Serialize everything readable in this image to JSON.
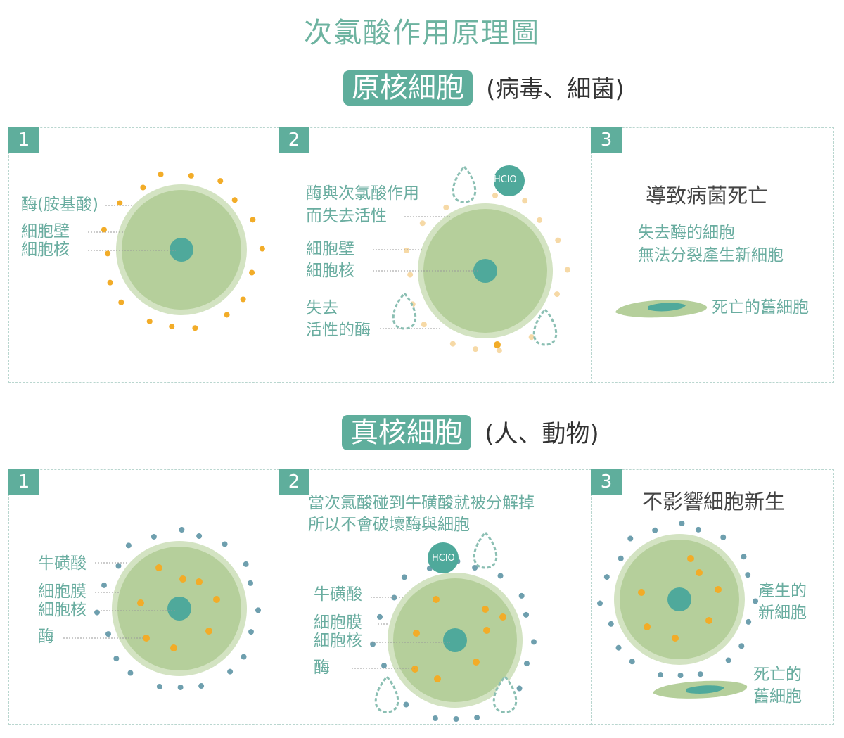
{
  "title": "次氯酸作用原理圖",
  "colors": {
    "teal": "#5fae9c",
    "cell": "#b5cf9b",
    "ring": "#d3e3c2",
    "nucleus": "#4fa99b",
    "enzyme": "#f2ac28",
    "taurine": "#6e9fae"
  },
  "prokaryote": {
    "badge": "原核細胞",
    "subtitle": "(病毒、細菌)",
    "panels": [
      {
        "num": "1",
        "labels": [
          "酶(胺基酸)",
          "細胞壁",
          "細胞核"
        ]
      },
      {
        "num": "2",
        "labels": [
          "酶與次氯酸作用",
          "而失去活性",
          "細胞壁",
          "細胞核",
          "失去",
          "活性的酶"
        ],
        "hocl": "HClO"
      },
      {
        "num": "3",
        "heading": "導致病菌死亡",
        "text": [
          "失去酶的細胞",
          "無法分裂產生新細胞"
        ],
        "dead_label": "死亡的舊細胞"
      }
    ]
  },
  "eukaryote": {
    "badge": "真核細胞",
    "subtitle": "(人、動物)",
    "panels": [
      {
        "num": "1",
        "labels": [
          "牛磺酸",
          "細胞膜",
          "細胞核",
          "酶"
        ]
      },
      {
        "num": "2",
        "text": [
          "當次氯酸碰到牛磺酸就被分解掉",
          "所以不會破壞酶與細胞"
        ],
        "labels": [
          "牛磺酸",
          "細胞膜",
          "細胞核",
          "酶"
        ],
        "hocl": "HClO"
      },
      {
        "num": "3",
        "heading": "不影響細胞新生",
        "new_label": [
          "產生的",
          "新細胞"
        ],
        "dead_label": [
          "死亡的",
          "舊細胞"
        ]
      }
    ]
  }
}
